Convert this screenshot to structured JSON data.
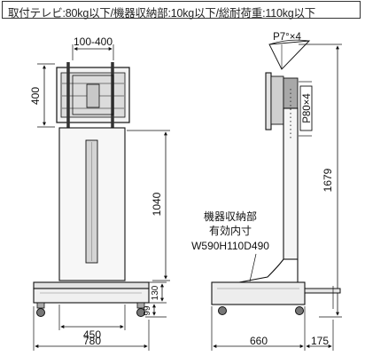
{
  "spec_line": "取付テレビ:80kg以下/機器収納部:10kg以下/総耐荷重:110kg以下",
  "front_view": {
    "mount_width_dim": "100-400",
    "mount_height_dim": "400",
    "pole_height_dim": "1040",
    "shelf_dim": "130",
    "base_dim": "99",
    "caster_span_dim": "450",
    "overall_width_dim": "780"
  },
  "side_view": {
    "tilt_label": "P7°×4",
    "pitch_label": "P80×4",
    "overall_height_dim": "1679",
    "storage_title": "機器収納部",
    "storage_subtitle": "有効内寸",
    "storage_size": "W590H110D490",
    "base_depth_dim": "660",
    "rear_depth_dim": "175"
  }
}
